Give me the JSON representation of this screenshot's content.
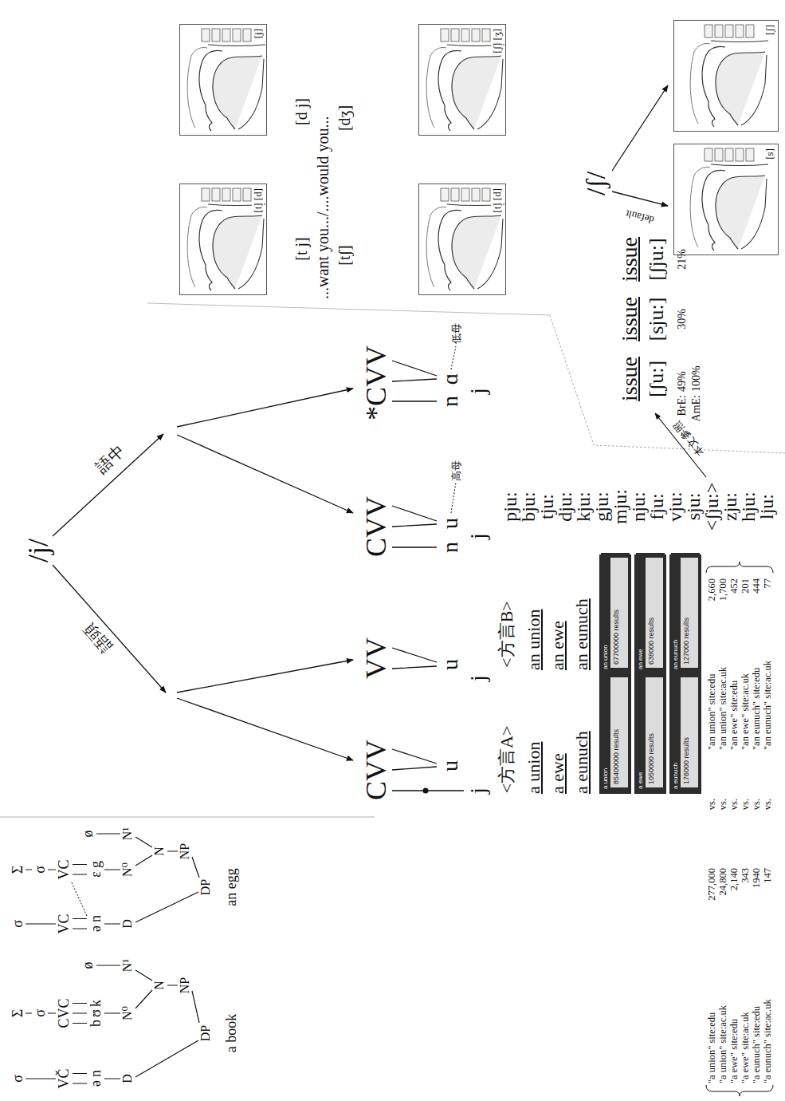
{
  "diagram": {
    "nodes": [
      {
        "text": [
          "a union"
        ]
      },
      {
        "text": [
          "85400000 results"
        ],
        "in": 0
      },
      {
        "text": [
          "an union"
        ]
      },
      {
        "text": [
          "67700000 results"
        ],
        "in": 2
      },
      {
        "text": [
          "a ewe"
        ]
      },
      {
        "text": [
          "1050000 results"
        ],
        "in": 4
      },
      {
        "text": [
          "an ewe"
        ]
      },
      {
        "text": [
          "638000 results"
        ],
        "in": 6
      },
      {
        "text": [
          "a eunuch"
        ]
      },
      {
        "text": [
          "176000 results"
        ],
        "in": 8
      },
      {
        "text": [
          "an eunuch"
        ]
      },
      {
        "text": [
          "127000 results"
        ],
        "in": 10
      },
      {
        "text": [
          "[t] [d]"
        ]
      },
      {
        "text": [
          "[j]"
        ]
      },
      {
        "text": [
          "[t] [d]"
        ]
      },
      {
        "text": [
          "[ʃ] [ʒ]"
        ]
      },
      {
        "text": [
          "[s]"
        ]
      },
      {
        "text": [
          "[ʃ]"
        ]
      }
    ],
    "labels": [
      "σ",
      "Σ",
      "σ",
      "VČ",
      "CVC",
      "ə",
      "n",
      "b",
      "ʊ",
      "k",
      "ø",
      "D",
      "N⁰",
      "N¹",
      "N",
      "NP",
      "DP",
      "a book",
      "σ",
      "Σ",
      "σ",
      "VC",
      "VC",
      "ə",
      "n",
      "ɛ",
      "g",
      "ø",
      "D",
      "N⁰",
      "N¹",
      "N",
      "NP",
      "DP",
      "an egg",
      "/j/",
      "語頭",
      "語中",
      "CVV",
      "j",
      "u",
      "VV",
      "u",
      "j",
      "CVV",
      "n",
      "u",
      "j",
      "高母",
      "*CVV",
      "n",
      "ɑ",
      "j",
      "低母",
      "<方言A>",
      "<方言B>",
      "a union",
      "an union",
      "a ewe",
      "an ewe",
      "a eunuch",
      "an eunuch",
      "\"a union\" site:edu",
      "277,000",
      "vs.",
      "\"an union\" site:edu",
      "2,660",
      "\"a union\" site:ac.uk",
      "24,800",
      "vs.",
      "\"an union\" site:ac.uk",
      "1,700",
      "\"a ewe\" site:edu",
      "2,140",
      "vs.",
      "\"an ewe\" site:edu",
      "452",
      "\"a ewe\" site:ac.uk",
      "343",
      "vs.",
      "\"an ewe\" site:ac.uk",
      "201",
      "\"a eunuch\" site:edu",
      "1940",
      "vs.",
      "\"an eunuch\" site:edu",
      "444",
      "\"a eunuch\" site:ac.uk",
      "147",
      "vs.",
      "\"an eunuch\" site:ac.uk",
      "77",
      "pju:",
      "bju:",
      "tju:",
      "dju:",
      "kju:",
      "gju:",
      "mju:",
      "nju:",
      "fju:",
      "vju:",
      "sju:",
      "<ʃju:>",
      "zju:",
      "hju:",
      "lju:",
      "本文参照",
      "issue",
      "issue",
      "issue",
      "[ʃu:]",
      "[sju:]",
      "[ʃju:]",
      "BrE:",
      "49%",
      "30%",
      "21%",
      "AmE:",
      "100%",
      "/ʃ/",
      "default",
      "[t j]",
      "[d j]",
      "...want you.../....would you...",
      "[tʃ]",
      "[dʒ]"
    ]
  }
}
